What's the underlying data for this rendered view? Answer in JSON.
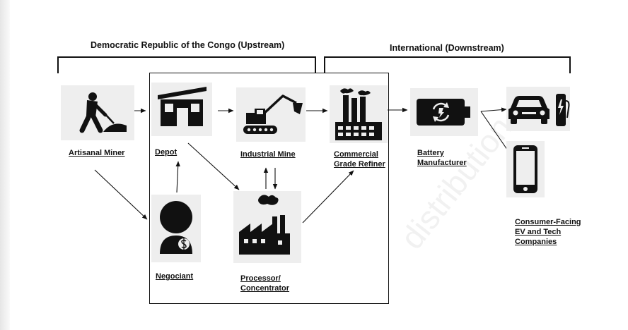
{
  "regions": {
    "upstream": "Democratic Republic of the Congo (Upstream)",
    "downstream": "International (Downstream)"
  },
  "nodes": {
    "artisanal_miner": "Artisanal Miner",
    "depot": "Depot",
    "industrial_mine": "Industrial Mine",
    "refiner_line1": "Commercial",
    "refiner_line2": "Grade Refiner",
    "battery_line1": "Battery",
    "battery_line2": "Manufacturer",
    "negociant": "Negociant",
    "processor_line1": "Processor/",
    "processor_line2": "Concentrator",
    "consumer_line1": "Consumer-Facing",
    "consumer_line2": "EV and Tech",
    "consumer_line3": "Companies"
  },
  "watermark": "distribution",
  "colors": {
    "icon_fill": "#111111",
    "icon_bg": "#eeeeee",
    "line": "#111111"
  }
}
